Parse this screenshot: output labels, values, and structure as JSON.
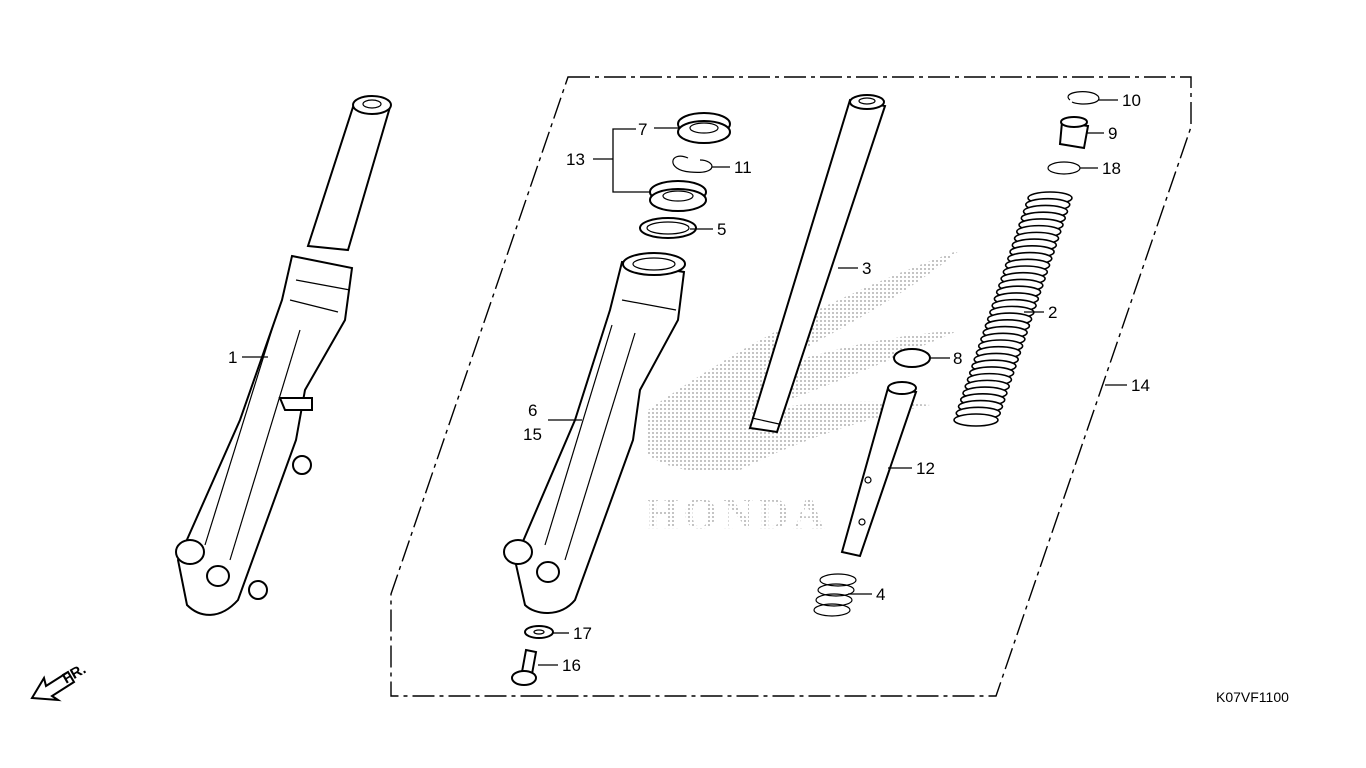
{
  "drawing_code": "K07VF1100",
  "front_indicator": "FR.",
  "watermark_text": "HONDA",
  "callouts": {
    "c1": "1",
    "c2": "2",
    "c3": "3",
    "c4": "4",
    "c5": "5",
    "c6": "6",
    "c7": "7",
    "c8": "8",
    "c9": "9",
    "c10": "10",
    "c11": "11",
    "c12": "12",
    "c13": "13",
    "c14": "14",
    "c15": "15",
    "c16": "16",
    "c17": "17",
    "c18": "18"
  },
  "colors": {
    "line": "#000000",
    "background": "#ffffff",
    "watermark": "#b8b8b8"
  }
}
